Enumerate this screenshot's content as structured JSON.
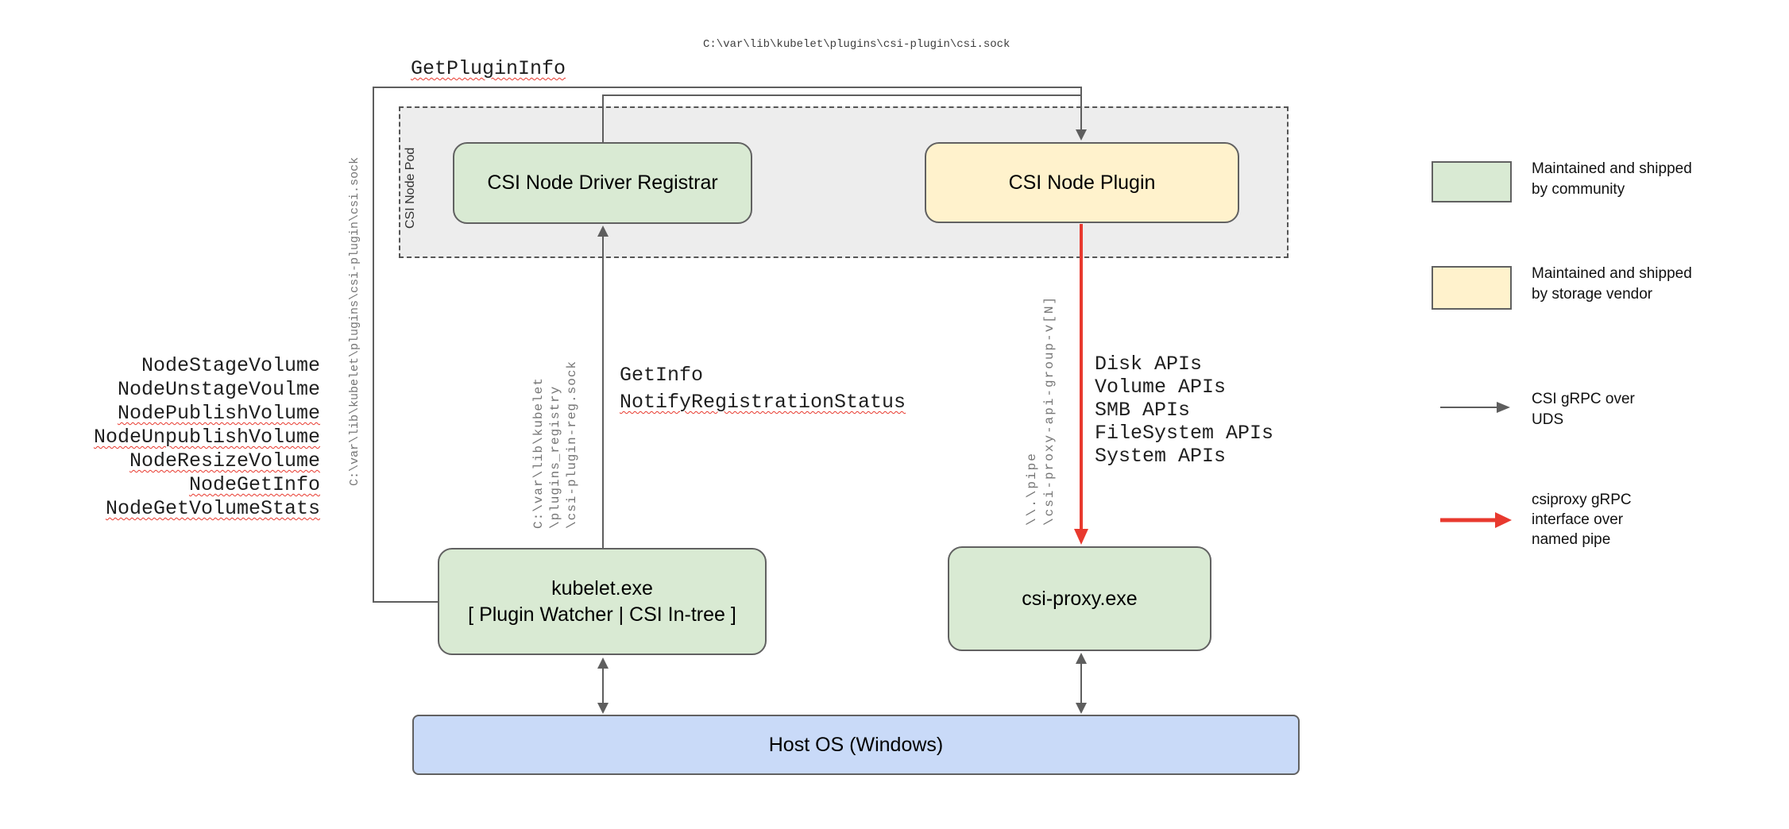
{
  "colors": {
    "community_green": "#d9ead3",
    "vendor_yellow": "#fff2cc",
    "host_blue": "#c9daf8",
    "pod_gray": "#ededed",
    "line_gray": "#5e5e5e",
    "pipe_red": "#e8392e",
    "path_text_gray": "#757575"
  },
  "nodes": {
    "pod_label": "CSI Node Pod",
    "registrar": "CSI Node Driver Registrar",
    "plugin": "CSI Node Plugin",
    "kubelet_lines": [
      "kubelet.exe",
      "[ Plugin Watcher | CSI In-tree ]"
    ],
    "csi_proxy": "csi-proxy.exe",
    "host_os": "Host OS (Windows)"
  },
  "edge_labels": {
    "get_plugin_info": {
      "text": "GetPluginInfo",
      "squiggle": true
    },
    "top_socket_path": "C:\\var\\lib\\kubelet\\plugins\\csi-plugin\\csi.sock",
    "left_socket_path": "C:\\var\\lib\\kubelet\\plugins\\csi-plugin\\csi.sock",
    "registration_socket_lines": [
      "C:\\var\\lib\\kubelet",
      "\\plugins_registry",
      "\\csi-plugin-reg.sock"
    ],
    "registrar_calls": [
      {
        "text": "GetInfo",
        "squiggle": false
      },
      {
        "text": "NotifyRegistrationStatus",
        "squiggle": true
      }
    ],
    "named_pipe_lines": [
      "\\\\.\\pipe",
      "\\csi-proxy-api-group-v[N]"
    ],
    "proxy_apis": [
      "Disk APIs",
      "Volume APIs",
      "SMB APIs",
      "FileSystem APIs",
      "System APIs"
    ]
  },
  "node_methods": [
    {
      "text": "NodeStageVolume",
      "squiggle": false
    },
    {
      "text": "NodeUnstageVoulme",
      "squiggle": false
    },
    {
      "text": "NodePublishVolume",
      "squiggle": true
    },
    {
      "text": "NodeUnpublishVolume",
      "squiggle": true
    },
    {
      "text": "NodeResizeVolume",
      "squiggle": true
    },
    {
      "text": "NodeGetInfo",
      "squiggle": true
    },
    {
      "text": "NodeGetVolumeStats",
      "squiggle": true
    }
  ],
  "legend": [
    {
      "swatch": "green-box",
      "lines": [
        "Maintained and shipped",
        "by community"
      ]
    },
    {
      "swatch": "yellow-box",
      "lines": [
        "Maintained and shipped",
        "by storage vendor"
      ]
    },
    {
      "swatch": "gray-arrow",
      "lines": [
        "CSI gRPC over",
        "UDS"
      ]
    },
    {
      "swatch": "red-arrow",
      "lines": [
        "csiproxy gRPC",
        "interface over",
        "named pipe"
      ]
    }
  ]
}
